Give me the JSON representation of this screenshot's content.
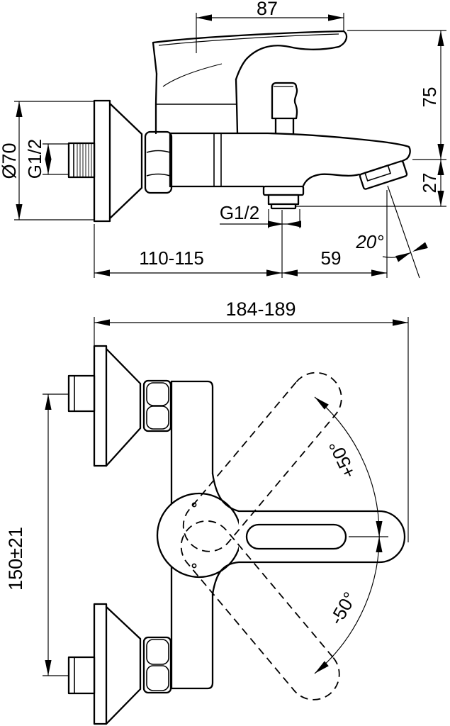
{
  "drawing": {
    "type": "technical dimensional drawing, two orthographic views of a wall-mounted single-lever bath mixer",
    "colors": {
      "line": "#000000",
      "background": "#ffffff"
    }
  },
  "side_view": {
    "dimensions": {
      "lever_length": "87",
      "height_to_lever_tip": "75",
      "spout_drop": "27",
      "escutcheon_diameter": "Ø70",
      "inlet_thread": "G1/2",
      "outlet_thread": "G1/2",
      "wall_to_outlet_axis": "110-115",
      "outlet_axis_to_spout_tip": "59",
      "spout_angle": "20°"
    }
  },
  "plan_view": {
    "dimensions": {
      "overall_depth": "184-189",
      "inlet_spacing": "150±21",
      "lever_swing_up": "+50°",
      "lever_swing_down": "-50°"
    }
  }
}
